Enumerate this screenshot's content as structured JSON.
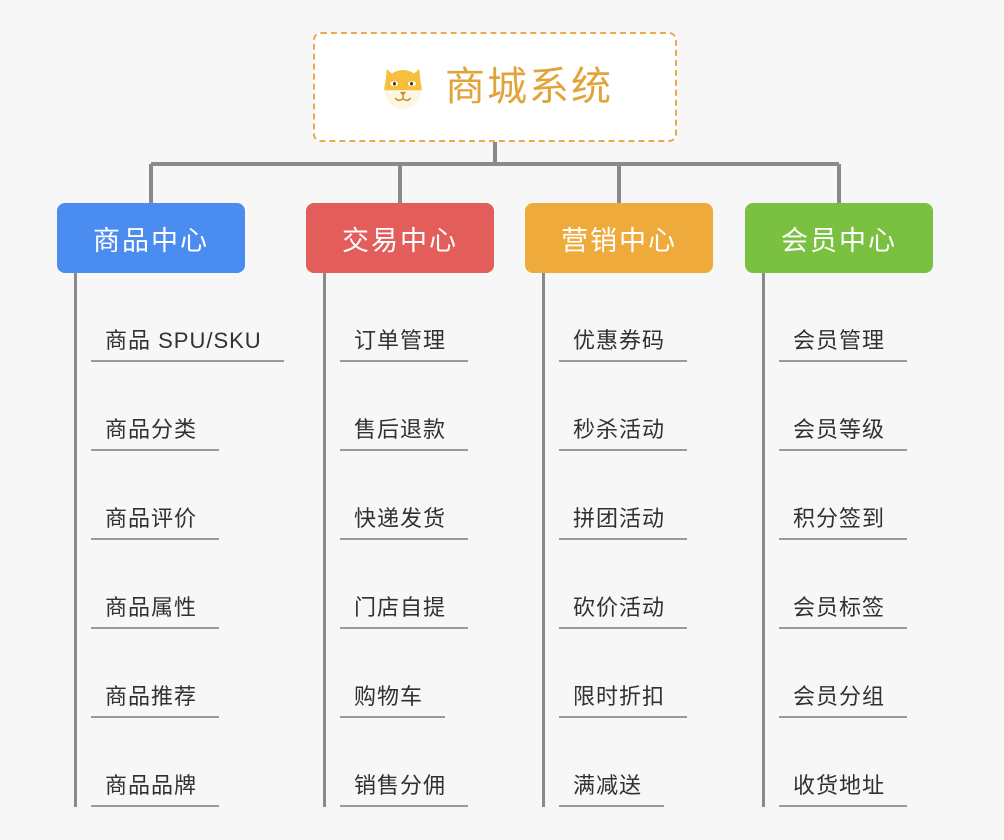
{
  "diagram": {
    "type": "org-tree",
    "title": "商城系统",
    "background_color": "#f7f7f7",
    "root": {
      "label": "商城系统",
      "icon": "shiba-dog-face-icon",
      "text_color": "#e3a33c",
      "border_color": "#eaa94a",
      "background_color": "#ffffff"
    },
    "connector_color": "#8a8a8a",
    "columns": [
      {
        "id": "product-center",
        "label": "商品中心",
        "color": "#4a8cf0",
        "items": [
          "商品 SPU/SKU",
          "商品分类",
          "商品评价",
          "商品属性",
          "商品推荐",
          "商品品牌"
        ]
      },
      {
        "id": "trade-center",
        "label": "交易中心",
        "color": "#e35e5b",
        "items": [
          "订单管理",
          "售后退款",
          "快递发货",
          "门店自提",
          "购物车",
          "销售分佣"
        ]
      },
      {
        "id": "marketing-center",
        "label": "营销中心",
        "color": "#eeab3c",
        "items": [
          "优惠券码",
          "秒杀活动",
          "拼团活动",
          "砍价活动",
          "限时折扣",
          "满减送"
        ]
      },
      {
        "id": "member-center",
        "label": "会员中心",
        "color": "#7ac142",
        "items": [
          "会员管理",
          "会员等级",
          "积分签到",
          "会员标签",
          "会员分组",
          "收货地址"
        ]
      }
    ]
  }
}
